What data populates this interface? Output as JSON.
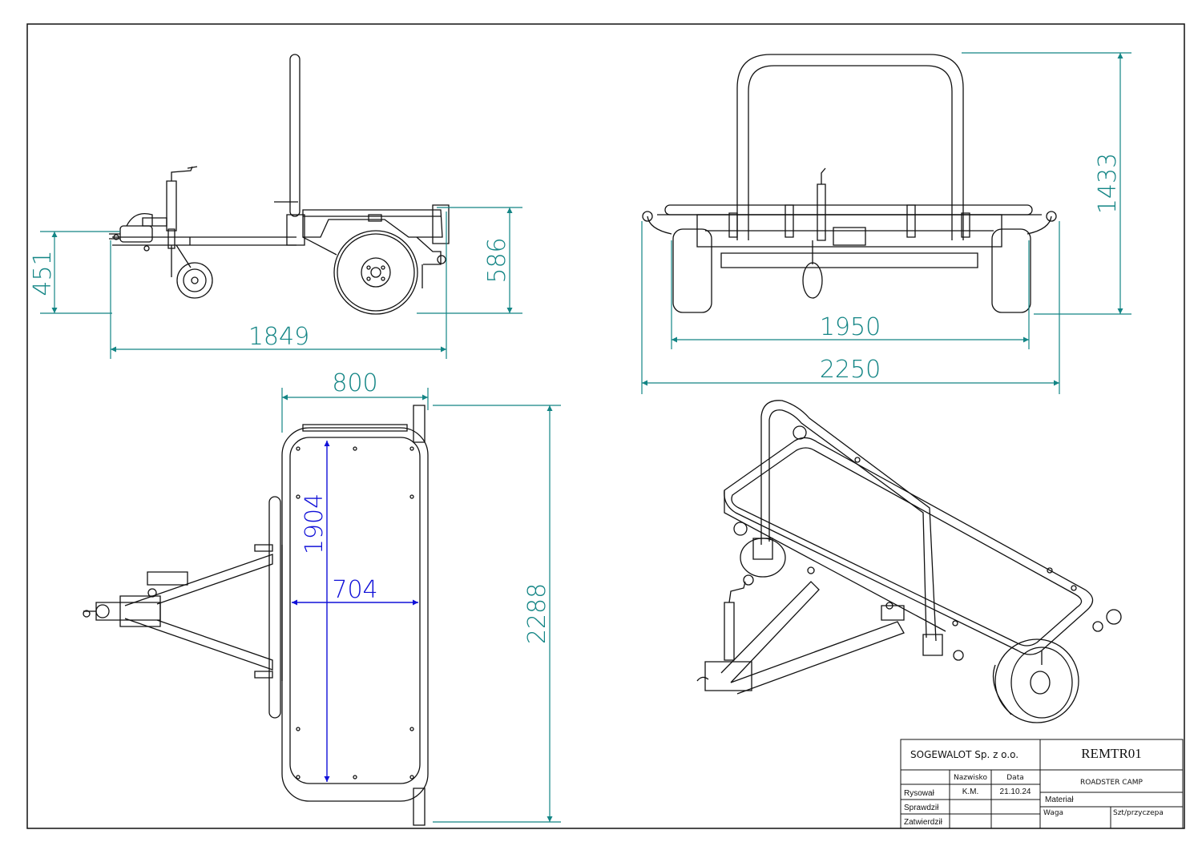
{
  "dimensions": {
    "side_hitch_height": "451",
    "side_height": "586",
    "side_length": "1849",
    "front_track": "1950",
    "front_width": "2250",
    "front_height": "1433",
    "top_width": "800",
    "top_length": "2288",
    "inner_length": "1904",
    "inner_width": "704"
  },
  "title_block": {
    "company": "SOGEWALOT Sp. z o.o.",
    "drawing_number": "REMTR01",
    "col_name": "Nazwisko",
    "col_date": "Data",
    "product_name": "ROADSTER CAMP",
    "row_drawn": "Rysował",
    "drawn_name": "K.M.",
    "drawn_date": "21.10.24",
    "row_checked": "Sprawdził",
    "row_approved": "Zatwierdził",
    "material_label": "Materiał",
    "weight_label": "Waga",
    "qty_label": "Szt/przyczepa"
  },
  "colors": {
    "dimension": "#138585",
    "inner_dimension": "#1010d8",
    "line": "#111111"
  }
}
